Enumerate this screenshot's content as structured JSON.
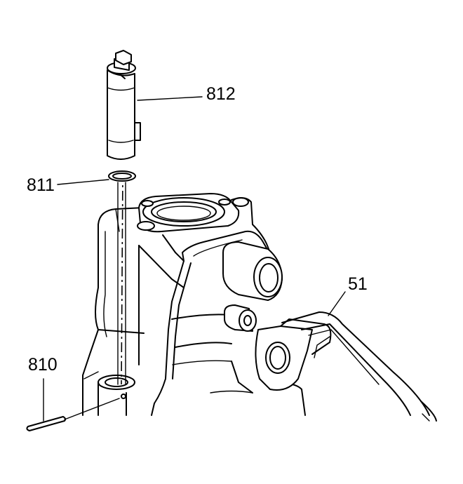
{
  "callouts": {
    "c812": "812",
    "c811": "811",
    "c810": "810",
    "c51": "51"
  },
  "colors": {
    "line": "#000000",
    "background": "#ffffff"
  }
}
